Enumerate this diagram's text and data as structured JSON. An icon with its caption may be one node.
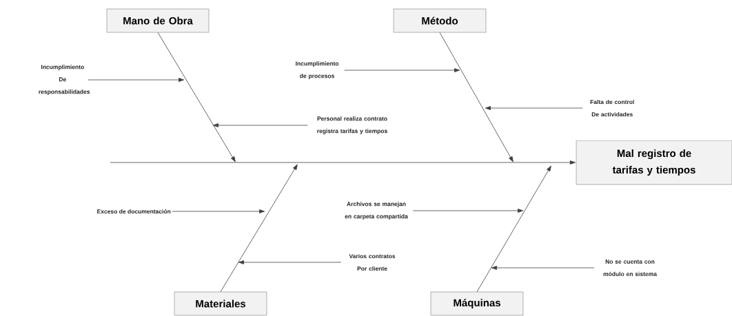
{
  "diagram": {
    "nodes": [
      {
        "text": [
          "Mano de Obra"
        ]
      },
      {
        "text": [
          "Método"
        ]
      },
      {
        "text": [
          "Mal registro de tarifas y tiempos"
        ]
      },
      {
        "text": [
          "Materiales"
        ]
      },
      {
        "text": [
          "Máquinas"
        ]
      },
      {
        "text": [
          "Incumplimiento De responsabilidades"
        ]
      },
      {
        "text": [
          "Incumplimiento de procesos"
        ]
      },
      {
        "text": [
          "Falta de control De actividades"
        ]
      },
      {
        "text": [
          "Personal realiza contrato registra tarifas y tiempos"
        ]
      },
      {
        "text": [
          "Exceso de documentación"
        ]
      },
      {
        "text": [
          "Archivos se manejan en carpeta compartida"
        ]
      },
      {
        "text": [
          "Varios contratos Por cliente"
        ]
      },
      {
        "text": [
          "No se cuenta con módulo en sistema"
        ]
      }
    ],
    "edges": [
      {
        "from": null,
        "to": 2,
        "arrow": "to"
      },
      {
        "from": 0,
        "to": null,
        "arrow": "to"
      },
      {
        "from": 1,
        "to": null,
        "arrow": "to"
      },
      {
        "from": 3,
        "to": null,
        "arrow": "to"
      },
      {
        "from": 4,
        "to": null,
        "arrow": "to"
      },
      {
        "from": 5,
        "to": null,
        "arrow": "to"
      },
      {
        "from": 6,
        "to": null,
        "arrow": "to"
      },
      {
        "from": 7,
        "to": null,
        "arrow": "to"
      },
      {
        "from": 8,
        "to": null,
        "arrow": "to"
      },
      {
        "from": 9,
        "to": null,
        "arrow": "to"
      },
      {
        "from": 10,
        "to": null,
        "arrow": "to"
      },
      {
        "from": 11,
        "to": null,
        "arrow": "to"
      },
      {
        "from": 12,
        "to": null,
        "arrow": "to"
      }
    ]
  }
}
